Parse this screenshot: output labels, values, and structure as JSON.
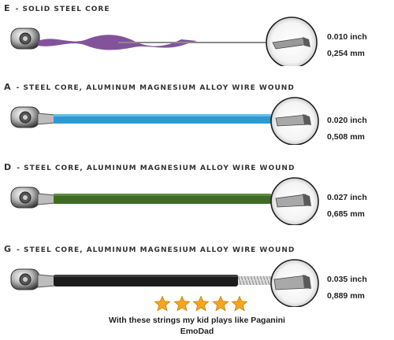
{
  "strings": [
    {
      "letter": "E",
      "title": "- solid steel core",
      "inch": "0.010 inch",
      "mm": "0,254 mm",
      "winding": "purple",
      "color": "#7b4a96"
    },
    {
      "letter": "A",
      "title": "- steel core, aluminum magnesium alloy wire wound",
      "inch": "0.020 inch",
      "mm": "0,508 mm",
      "winding": "blue",
      "color": "#2a9ad6"
    },
    {
      "letter": "D",
      "title": "- steel core, aluminum magnesium alloy wire wound",
      "inch": "0.027 inch",
      "mm": "0,685 mm",
      "winding": "green",
      "color": "#3f6b25"
    },
    {
      "letter": "G",
      "title": "- steel core, aluminum magnesium alloy wire wound",
      "inch": "0.035 inch",
      "mm": "0,889 mm",
      "winding": "black",
      "color": "#1c1c1c"
    }
  ],
  "review": {
    "stars": 5,
    "star_color": "#f3a51d",
    "quote": "With these strings my kid plays like Paganini",
    "author": "EmoDad"
  }
}
